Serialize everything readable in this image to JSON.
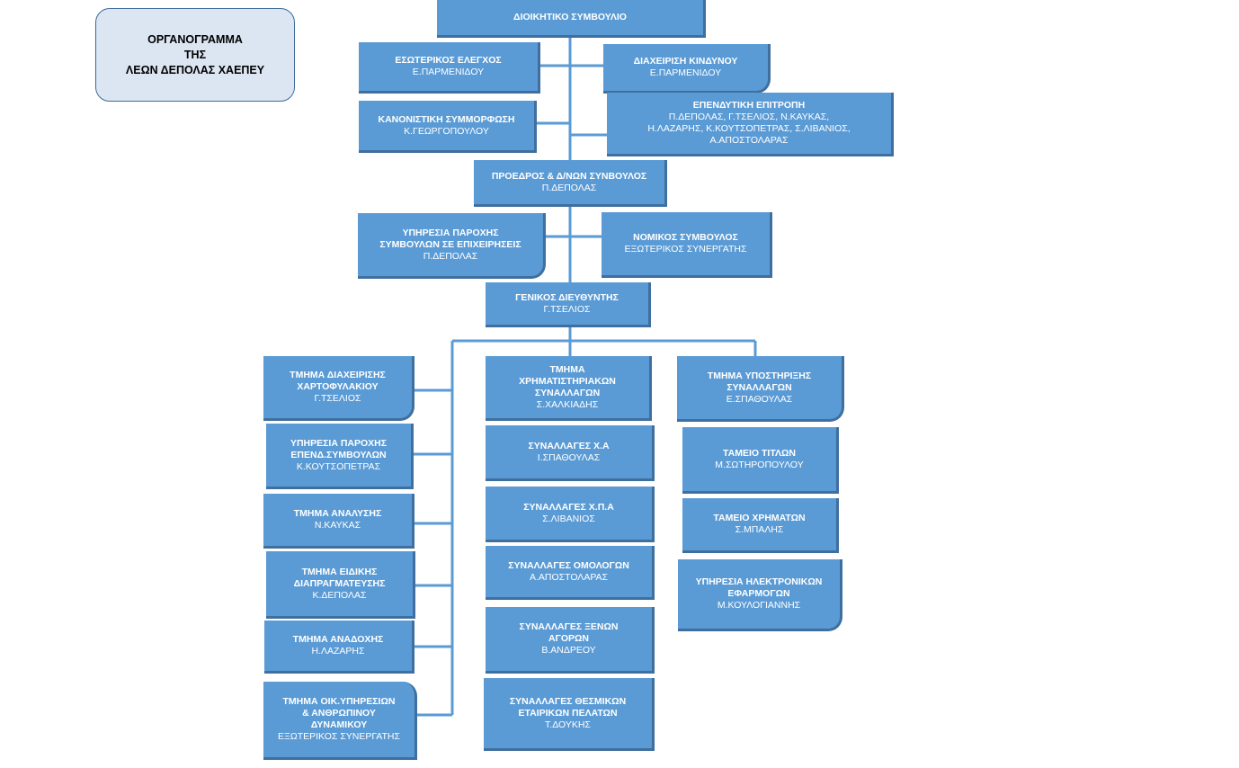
{
  "title": {
    "lines": [
      "ΟΡΓΑΝΟΓΡΑΜΜΑ",
      "ΤΗΣ",
      "ΛΕΩΝ ΔΕΠΟΛΑΣ ΧΑΕΠΕΥ"
    ]
  },
  "colors": {
    "box_fill": "#5b9bd5",
    "box_shadow": "#3f6f9e",
    "connector": "#5b9bd5",
    "title_fill": "#dce6f2"
  },
  "nodes": {
    "board": {
      "title": [
        "ΔΙΟΙΚΗΤΙΚΟ ΣΥΜΒΟΥΛΙΟ"
      ],
      "person": []
    },
    "internal_audit": {
      "title": [
        "ΕΣΩΤΕΡΙΚΟΣ ΕΛΕΓΧΟΣ"
      ],
      "person": [
        "Ε.ΠΑΡΜΕΝΙΔΟΥ"
      ]
    },
    "risk_management": {
      "title": [
        "ΔΙΑΧΕΙΡΙΣΗ ΚΙΝΔΥΝΟΥ"
      ],
      "person": [
        "Ε.ΠΑΡΜΕΝΙΔΟΥ"
      ]
    },
    "compliance": {
      "title": [
        "ΚΑΝΟΝΙΣΤΙΚΗ ΣΥΜΜΟΡΦΩΣΗ"
      ],
      "person": [
        "Κ.ΓΕΩΡΓΟΠΟΥΛΟΥ"
      ]
    },
    "investment_committee": {
      "title": [
        "ΕΠΕΝΔΥΤΙΚΗ ΕΠΙΤΡΟΠΗ"
      ],
      "person": [
        "Π.ΔΕΠΟΛΑΣ, Γ.ΤΣΕΛΙΟΣ,  Ν.ΚΑΥΚΑΣ,",
        "Η.ΛΑΖΑΡΗΣ, Κ.ΚΟΥΤΣΟΠΕΤΡΑΣ, Σ.ΛΙΒΑΝΙΟΣ,",
        "Α.ΑΠΟΣΤΟΛΑΡΑΣ"
      ]
    },
    "chairman": {
      "title": [
        "ΠΡΟΕΔΡΟΣ & Δ/ΝΩΝ ΣΥΝΒΟΥΛΟΣ"
      ],
      "person": [
        "Π.ΔΕΠΟΛΑΣ"
      ]
    },
    "business_advisory": {
      "title": [
        "ΥΠΗΡΕΣΙΑ ΠΑΡΟΧΗΣ",
        "ΣΥΜΒΟΥΛΩΝ ΣΕ ΕΠΙΧΕΙΡΗΣΕΙΣ"
      ],
      "person": [
        "Π.ΔΕΠΟΛΑΣ"
      ]
    },
    "legal_advisor": {
      "title": [
        "ΝΟΜΙΚΟΣ ΣΥΜΒΟΥΛΟΣ"
      ],
      "person": [
        "ΕΞΩΤΕΡΙΚΟΣ ΣΥΝΕΡΓΑΤΗΣ"
      ]
    },
    "general_manager": {
      "title": [
        "ΓΕΝΙΚΟΣ ΔΙΕΥΘΥΝΤΗΣ"
      ],
      "person": [
        "Γ.ΤΣΕΛΙΟΣ"
      ]
    },
    "portfolio_management": {
      "title": [
        "ΤΜΗΜΑ ΔΙΑΧΕΙΡΙΣΗΣ",
        "ΧΑΡΤΟΦΥΛΑΚΙΟΥ"
      ],
      "person": [
        "Γ.ΤΣΕΛΙΟΣ"
      ]
    },
    "investment_advice": {
      "title": [
        "ΥΠΗΡΕΣΙΑ ΠΑΡΟΧΗΣ",
        "ΕΠΕΝΔ.ΣΥΜΒΟΥΛΩΝ"
      ],
      "person": [
        "Κ.ΚΟΥΤΣΟΠΕΤΡΑΣ"
      ]
    },
    "analysis": {
      "title": [
        "ΤΜΗΜΑ ΑΝΑΛΥΣΗΣ"
      ],
      "person": [
        "Ν.ΚΑΥΚΑΣ"
      ]
    },
    "special_trading": {
      "title": [
        "ΤΜΗΜΑ ΕΙΔΙΚΗΣ",
        "ΔΙΑΠΡΑΓΜΑΤΕΥΣΗΣ"
      ],
      "person": [
        "Κ.ΔΕΠΟΛΑΣ"
      ]
    },
    "underwriting": {
      "title": [
        "ΤΜΗΜΑ ΑΝΑΔΟΧΗΣ"
      ],
      "person": [
        "Η.ΛΑΖΑΡΗΣ"
      ]
    },
    "finance_hr": {
      "title": [
        "ΤΜΗΜΑ ΟΙΚ.ΥΠΗΡΕΣΙΩΝ",
        "& ΑΝΘΡΩΠΙΝΟΥ",
        "ΔΥΝΑΜΙΚΟΥ"
      ],
      "person": [
        "ΕΞΩΤΕΡΙΚΟΣ ΣΥΝΕΡΓΑΤΗΣ"
      ]
    },
    "exchange_transactions": {
      "title": [
        "ΤΜΗΜΑ",
        "ΧΡΗΜΑΤΙΣΤΗΡΙΑΚΩΝ",
        "ΣΥΝΑΛΛΑΓΩΝ"
      ],
      "person": [
        "Σ.ΧΑΛΚΙΑΔΗΣ"
      ]
    },
    "trades_xa": {
      "title": [
        "ΣΥΝΑΛΛΑΓΕΣ Χ.Α"
      ],
      "person": [
        "Ι.ΣΠΑΘΟΥΛΑΣ"
      ]
    },
    "trades_xpa": {
      "title": [
        "ΣΥΝΑΛΛΑΓΕΣ Χ.Π.Α"
      ],
      "person": [
        "Σ.ΛΙΒΑΝΙΟΣ"
      ]
    },
    "trades_bonds": {
      "title": [
        "ΣΥΝΑΛΛΑΓΕΣ ΟΜΟΛΟΓΩΝ"
      ],
      "person": [
        "Α.ΑΠΟΣΤΟΛΑΡΑΣ"
      ]
    },
    "trades_foreign": {
      "title": [
        "ΣΥΝΑΛΛΑΓΕΣ ΞΕΝΩΝ",
        "ΑΓΟΡΩΝ"
      ],
      "person": [
        "Β.ΑΝΔΡΕΟΥ"
      ]
    },
    "trades_institutional": {
      "title": [
        "ΣΥΝΑΛΛΑΓΕΣ  ΘΕΣΜΙΚΩΝ",
        "ΕΤΑΙΡΙΚΩΝ ΠΕΛΑΤΩΝ"
      ],
      "person": [
        "Τ.ΔΟΥΚΗΣ"
      ]
    },
    "trade_support": {
      "title": [
        "ΤΜΗΜΑ ΥΠΟΣΤΗΡΙΞΗΣ",
        "ΣΥΝΑΛΛΑΓΩΝ"
      ],
      "person": [
        "Ε.ΣΠΑΘΟΥΛΑΣ"
      ]
    },
    "securities_cashier": {
      "title": [
        "ΤΑΜΕΙΟ ΤΙΤΛΩΝ"
      ],
      "person": [
        "Μ.ΣΩΤΗΡΟΠΟΥΛΟΥ"
      ]
    },
    "cash_cashier": {
      "title": [
        "ΤΑΜΕΙΟ ΧΡΗΜΑΤΩΝ"
      ],
      "person": [
        "Σ.ΜΠΑΛΗΣ"
      ]
    },
    "electronic_apps": {
      "title": [
        "ΥΠΗΡΕΣΙΑ ΗΛΕΚΤΡΟΝΙΚΩΝ",
        "ΕΦΑΡΜΟΓΩΝ"
      ],
      "person": [
        "Μ.ΚΟΥΛΟΓΙΑΝΝΗΣ"
      ]
    }
  }
}
